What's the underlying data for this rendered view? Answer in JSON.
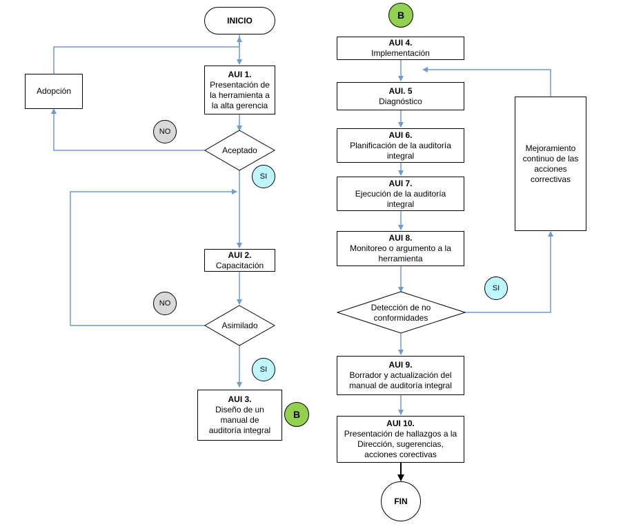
{
  "nodes": {
    "inicio": "INICIO",
    "fin": "FIN",
    "adopcion": "Adopción",
    "aui1_title": "AUI 1.",
    "aui1_l1": "Presentación de",
    "aui1_l2": "la herramienta a",
    "aui1_l3": "la alta gerencia",
    "aceptado": "Aceptado",
    "aui2_title": "AUI 2.",
    "aui2_l1": "Capacitación",
    "asimilado": "Asimilado",
    "aui3_title": "AUI 3.",
    "aui3_l1": "Diseño de un",
    "aui3_l2": "manual de",
    "aui3_l3": "auditoría integral",
    "aui4_title": "AUI 4.",
    "aui4_l1": "Implementación",
    "aui5_title": "AUI. 5",
    "aui5_l1": "Diagnóstico",
    "aui6_title": "AUI 6.",
    "aui6_l1": "Planificación de la auditoría",
    "aui6_l2": "integral",
    "aui7_title": "AUI 7.",
    "aui7_l1": "Ejecución de la auditoría",
    "aui7_l2": "integral",
    "aui8_title": "AUI 8.",
    "aui8_l1": "Monitoreo o argumento a la",
    "aui8_l2": "herramienta",
    "deteccion_l1": "Detección de no",
    "deteccion_l2": "conformidades",
    "aui9_title": "AUI 9.",
    "aui9_l1": "Borrador y actualización del",
    "aui9_l2": "manual de auditoría integral",
    "aui10_title": "AUI 10.",
    "aui10_l1": "Presentación de hallazgos a la",
    "aui10_l2": "Dirección, sugerencias,",
    "aui10_l3": "acciones corectivas",
    "mejora_l1": "Mejoramiento",
    "mejora_l2": "continuo de las",
    "mejora_l3": "acciones",
    "mejora_l4": "correctivas"
  },
  "badges": {
    "no": "NO",
    "si": "SI",
    "connector": "B"
  },
  "colors": {
    "flow_line": "#6b9bd1",
    "end_arrow": "#000000",
    "badge_no": "#d9d9d9",
    "badge_si": "#bff7ff",
    "connector": "#92d050"
  }
}
